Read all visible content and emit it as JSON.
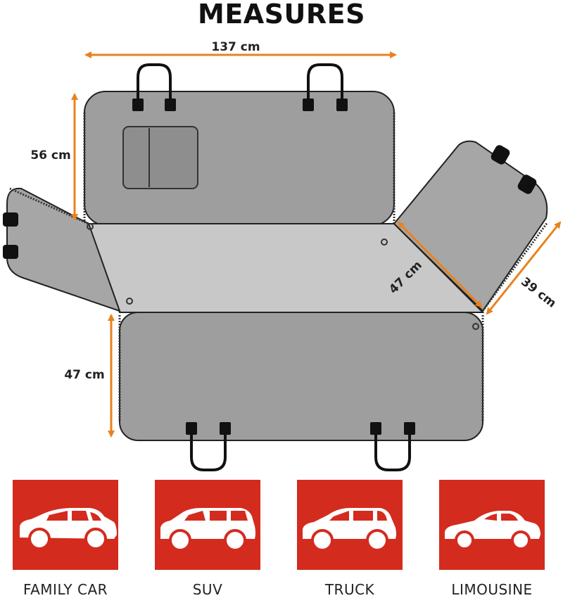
{
  "title": "MEASURES",
  "dimensions": {
    "width": "137 cm",
    "backrest_height": "56 cm",
    "side_flap_length": "47 cm",
    "side_flap_width": "39 cm",
    "front_flap_height": "47 cm"
  },
  "colors": {
    "panel": "#9e9e9e",
    "seat": "#c8c8c8",
    "arrow": "#e8821e",
    "card": "#d42b1f",
    "pocket": "#8e8e8e"
  },
  "vehicles": [
    {
      "label": "FAMILY CAR",
      "icon": "hatchback-car-icon"
    },
    {
      "label": "SUV",
      "icon": "suv-icon"
    },
    {
      "label": "TRUCK",
      "icon": "wagon-car-icon"
    },
    {
      "label": "LIMOUSINE",
      "icon": "sedan-car-icon"
    }
  ]
}
